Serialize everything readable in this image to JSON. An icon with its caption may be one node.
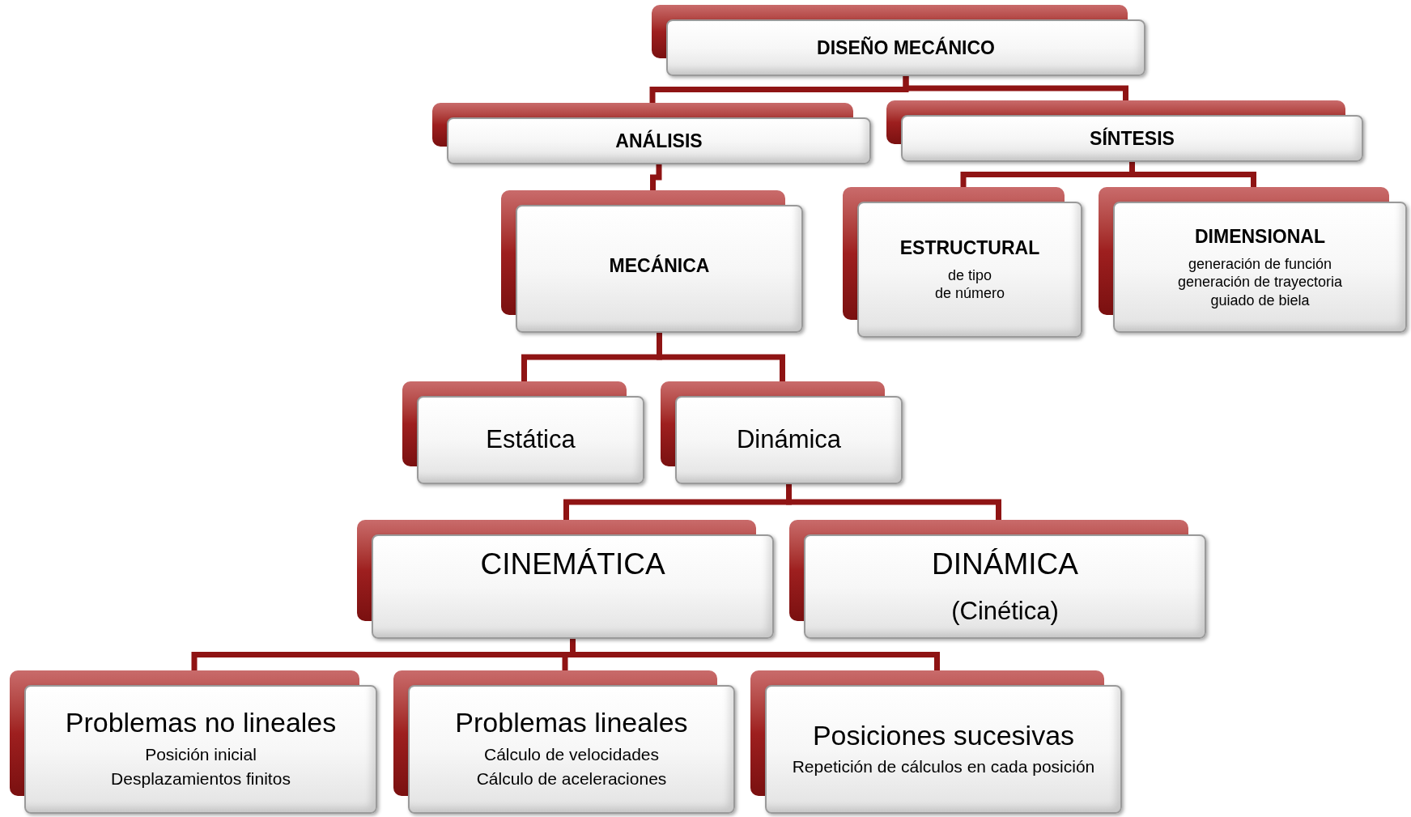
{
  "diagram": {
    "nodes": [
      {
        "text": [
          "DISEÑO MECÁNICO"
        ]
      },
      {
        "text": [
          "ANÁLISIS"
        ]
      },
      {
        "text": [
          "SÍNTESIS"
        ]
      },
      {
        "text": [
          "MECÁNICA"
        ]
      },
      {
        "text": [
          "ESTRUCTURAL",
          "de tipo",
          "de número"
        ]
      },
      {
        "text": [
          "DIMENSIONAL",
          "generación de función",
          "generación de trayectoria",
          "guiado de biela"
        ]
      },
      {
        "text": [
          "Estática"
        ]
      },
      {
        "text": [
          "Dinámica"
        ]
      },
      {
        "text": [
          "CINEMÁTICA"
        ]
      },
      {
        "text": [
          "DINÁMICA",
          "(Cinética)"
        ]
      },
      {
        "text": [
          "Problemas no lineales",
          "Posición inicial",
          "Desplazamientos finitos"
        ]
      },
      {
        "text": [
          "Problemas lineales",
          "Cálculo de velocidades",
          "Cálculo de aceleraciones"
        ]
      },
      {
        "text": [
          "Posiciones sucesivas",
          "Repetición de cálculos en cada posición"
        ]
      }
    ],
    "edges": [
      {
        "from": 0,
        "to": 1,
        "arrow": "none"
      },
      {
        "from": 0,
        "to": 2,
        "arrow": "none"
      },
      {
        "from": 1,
        "to": 3,
        "arrow": "none"
      },
      {
        "from": 2,
        "to": 4,
        "arrow": "none"
      },
      {
        "from": 2,
        "to": 5,
        "arrow": "none"
      },
      {
        "from": 3,
        "to": 6,
        "arrow": "none"
      },
      {
        "from": 3,
        "to": 7,
        "arrow": "none"
      },
      {
        "from": 7,
        "to": 8,
        "arrow": "none"
      },
      {
        "from": 7,
        "to": 9,
        "arrow": "none"
      },
      {
        "from": 8,
        "to": 10,
        "arrow": "none"
      },
      {
        "from": 8,
        "to": 11,
        "arrow": "none"
      },
      {
        "from": 8,
        "to": 12,
        "arrow": "none"
      }
    ]
  }
}
